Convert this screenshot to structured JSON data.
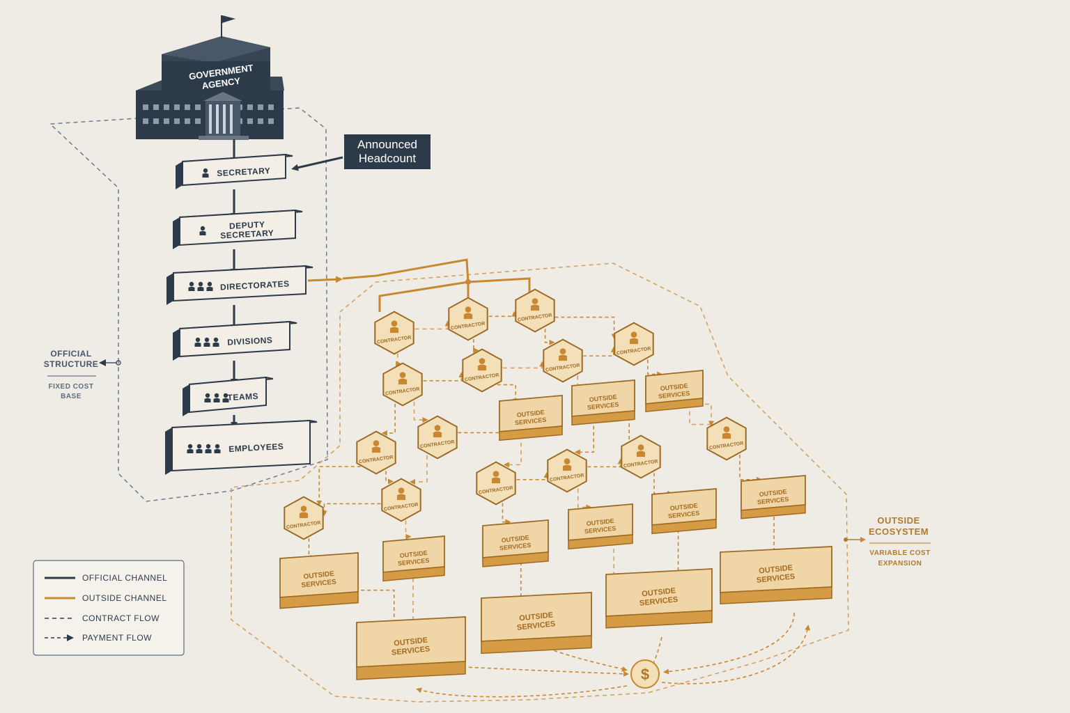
{
  "agency": {
    "label_line1": "GOVERNMENT",
    "label_line2": "AGENCY"
  },
  "callout": {
    "line1": "Announced",
    "line2": "Headcount"
  },
  "hierarchy": [
    {
      "label_lines": [
        "SECRETARY"
      ],
      "people": 1
    },
    {
      "label_lines": [
        "DEPUTY",
        "SECRETARY"
      ],
      "people": 1
    },
    {
      "label_lines": [
        "DIRECTORATES"
      ],
      "people": 3
    },
    {
      "label_lines": [
        "DIVISIONS"
      ],
      "people": 3
    },
    {
      "label_lines": [
        "TEAMS"
      ],
      "people": 3
    },
    {
      "label_lines": [
        "EMPLOYEES"
      ],
      "people": 4
    }
  ],
  "left_note": {
    "title_line1": "OFFICIAL",
    "title_line2": "STRUCTURE",
    "sub_line1": "FIXED COST",
    "sub_line2": "BASE"
  },
  "right_note": {
    "title_line1": "OUTSIDE",
    "title_line2": "ECOSYSTEM",
    "sub_line1": "VARIABLE COST",
    "sub_line2": "EXPANSION"
  },
  "contractor_label": "CONTRACTOR",
  "outside_label_line1": "OUTSIDE",
  "outside_label_line2": "SERVICES",
  "payment_symbol": "$",
  "legend": [
    {
      "label": "OFFICIAL CHANNEL",
      "style": "solid-navy"
    },
    {
      "label": "OUTSIDE CHANNEL",
      "style": "solid-orange"
    },
    {
      "label": "CONTRACT FLOW",
      "style": "dashed-navy"
    },
    {
      "label": "PAYMENT FLOW",
      "style": "dashed-arrow"
    }
  ],
  "colors": {
    "navy": "#2d3a4a",
    "orange": "#c8882f",
    "paper": "#efece5"
  }
}
